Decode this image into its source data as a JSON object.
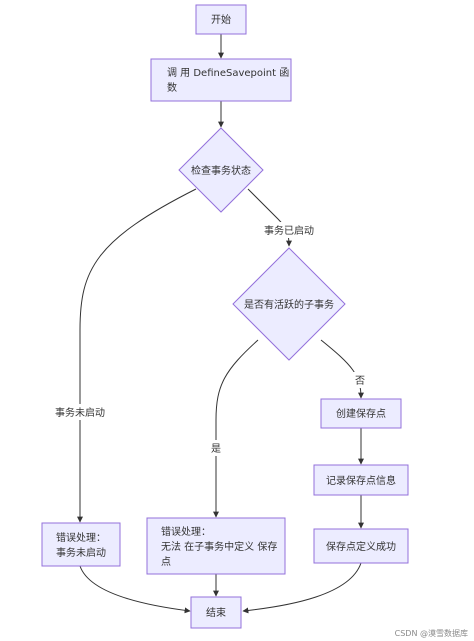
{
  "nodes": {
    "start": "开始",
    "call_line1": "调 用 DefineSavepoint 函",
    "call_line2": "数",
    "check_status": "检查事务状态",
    "has_subtx": "是否有活跃的子事务",
    "create_sp": "创建保存点",
    "record_sp": "记录保存点信息",
    "sp_success": "保存点定义成功",
    "err_not_started_line1": "错误处理：",
    "err_not_started_line2": "事务未启动",
    "err_subtx_line1": "错误处理：",
    "err_subtx_line2": "无法 在子事务中定义 保存",
    "err_subtx_line3": "点",
    "end": "结束"
  },
  "edge_labels": {
    "started": "事务已启动",
    "not_started": "事务未启动",
    "yes": "是",
    "no": "否"
  },
  "watermark": "CSDN @漠雪数据库"
}
